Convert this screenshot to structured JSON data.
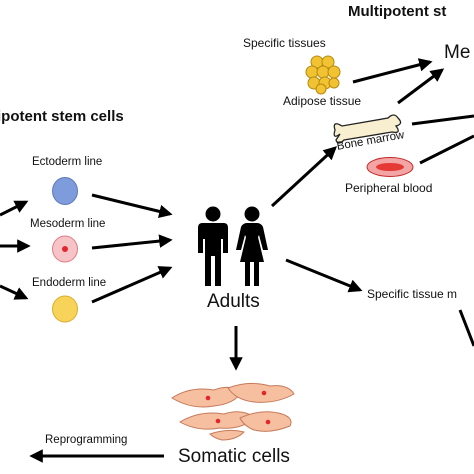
{
  "headings": {
    "multipotent": "Multipotent st",
    "pluripotent": "ipotent stem cells"
  },
  "lines": {
    "ectoderm": "Ectoderm line",
    "mesoderm": "Mesoderm line",
    "endoderm": "Endoderm line"
  },
  "center": {
    "adults": "Adults",
    "somatic": "Somatic cells",
    "reprogramming": "Reprogramming"
  },
  "sources": {
    "specific_tissues": "Specific tissues",
    "adipose": "Adipose tissue",
    "bone_marrow": "Bone marrow",
    "peripheral_blood": "Peripheral blood",
    "specific_tissue_m": "Specific tissue m",
    "me": "Me"
  },
  "colors": {
    "ectoderm": "#7e9bdc",
    "mesoderm": "#f2a3aa",
    "endoderm": "#f7d35a",
    "adipose": "#f1c232",
    "blood": "#e53935",
    "somatic": "#f6bfa0",
    "nucleus": "#e3262b",
    "arrow": "#000000"
  }
}
